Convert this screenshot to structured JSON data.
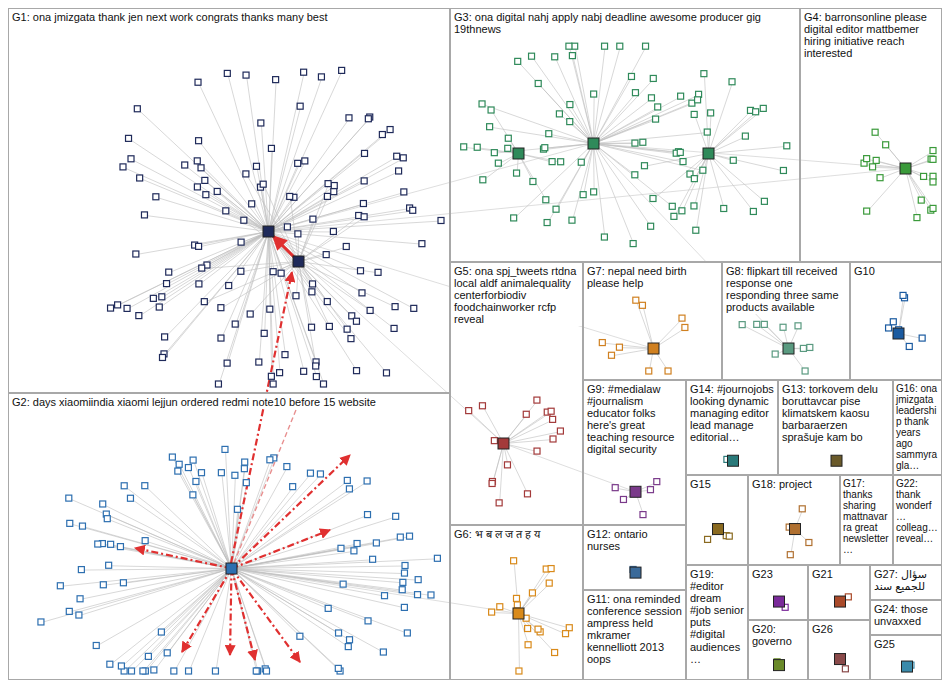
{
  "diagram": {
    "nodes": [
      {
        "text": [
          "G1: ona jmizgata thank jen next work congrats thanks many best"
        ]
      },
      {
        "text": [
          "G2: days xiaomiindia xiaomi lejjun ordered redmi note10 before 15 website"
        ]
      },
      {
        "text": [
          "G3: ona digital nahj apply nabj deadline awesome producer gig 19thnews"
        ]
      },
      {
        "text": [
          "G4: barronsonline please digital editor mattbemer hiring initiative reach interested"
        ]
      },
      {
        "text": [
          "G5: ona spj_tweets rtdna local aldf animalequality centerforbiodiv foodchainworker rcfp reveal"
        ]
      },
      {
        "text": [
          "G6: भ ब ल ज त ह य"
        ]
      },
      {
        "text": [
          "G7: nepal need birth please help"
        ]
      },
      {
        "text": [
          "G8: flipkart till received response one responding three same products available"
        ]
      },
      {
        "text": [
          "G9: #medialaw #journalism educator folks here's great teaching resource digital security"
        ]
      },
      {
        "text": [
          "G10"
        ]
      },
      {
        "text": [
          "G11: ona reminded conference session ampress held mkramer kennelliott 2013 oops"
        ]
      },
      {
        "text": [
          "G12: ontario nurses"
        ]
      },
      {
        "text": [
          "G13: torkovem delu boruttavcar pise klimatskem kaosu barbaraerzen sprašuje kam bo"
        ]
      },
      {
        "text": [
          "G14: #journojobs looking dynamic managing editor lead manage editorial…"
        ]
      },
      {
        "text": [
          "G15"
        ]
      },
      {
        "text": [
          "G16: ona jmizgata leadership thank years ago sammyragla…"
        ]
      },
      {
        "text": [
          "G17: thanks sharing mattnavarra great newsletter…"
        ]
      },
      {
        "text": [
          "G18: project"
        ]
      },
      {
        "text": [
          "G19: #editor dream #job senior puts #digital audiences…"
        ]
      },
      {
        "text": [
          "G20: governo"
        ]
      },
      {
        "text": [
          "G21"
        ]
      },
      {
        "text": [
          "G22: thank wonderf… colleag… reveal…"
        ]
      },
      {
        "text": [
          "G23"
        ]
      },
      {
        "text": [
          "G24: those unvaxxed"
        ]
      },
      {
        "text": [
          "G25"
        ]
      },
      {
        "text": [
          "G26"
        ]
      },
      {
        "text": [
          "G27: سؤال للجميع سند"
        ]
      }
    ]
  }
}
